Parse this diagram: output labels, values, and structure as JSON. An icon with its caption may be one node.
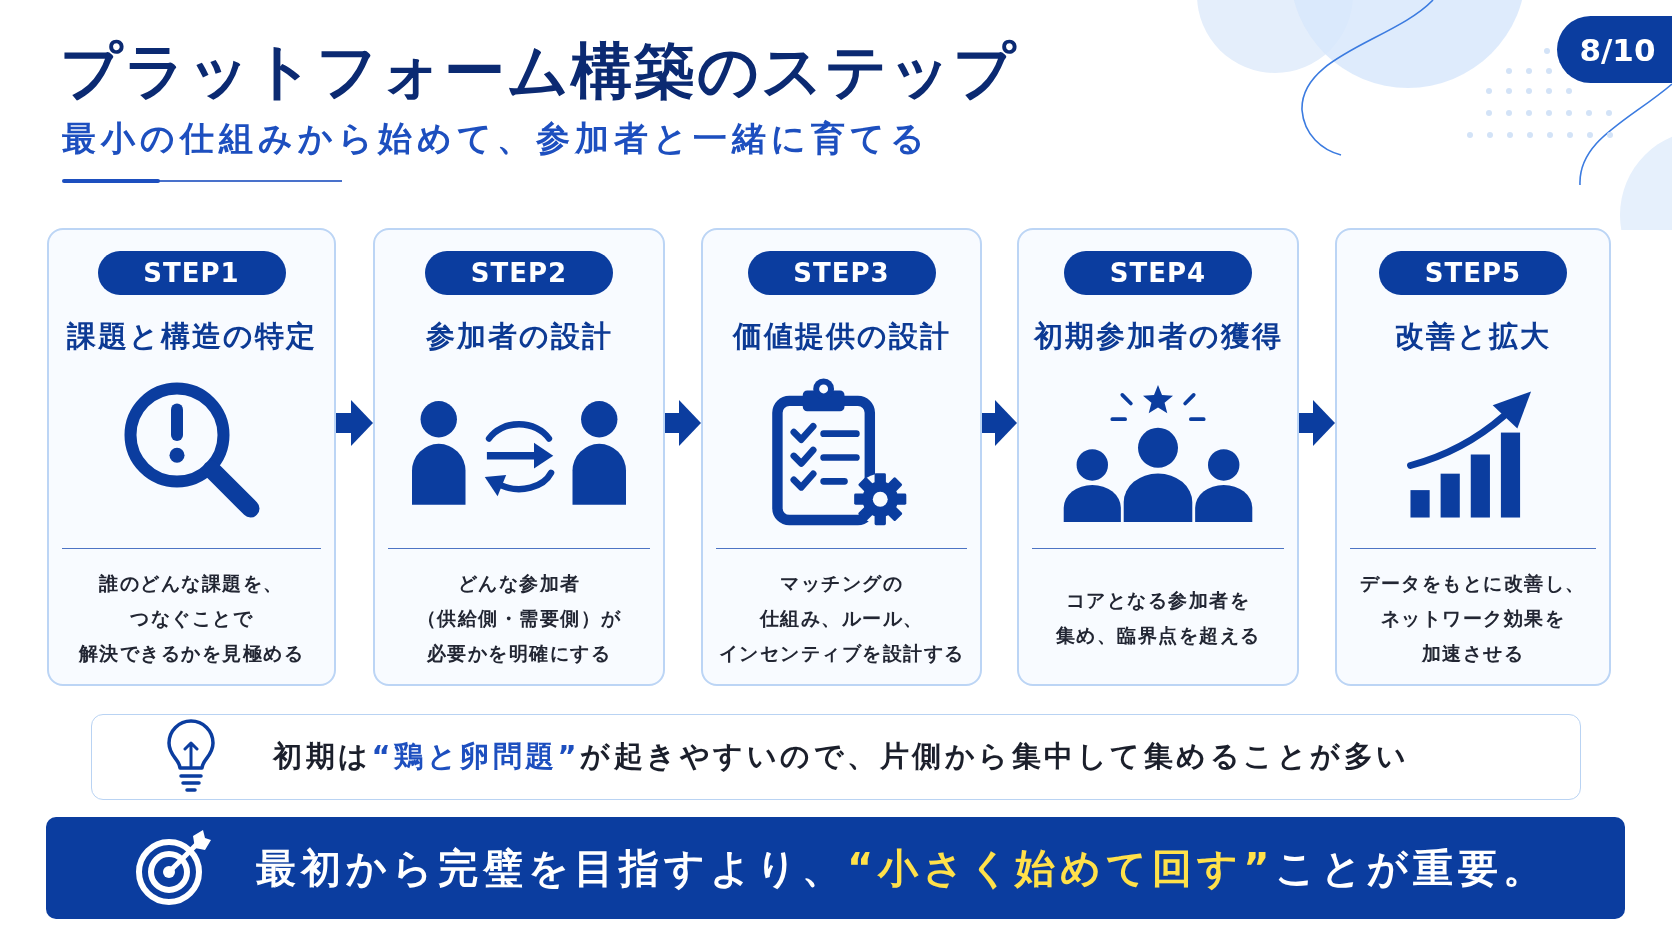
{
  "diagram": {
    "title": "プラットフォーム構築のステップ",
    "nodes": [
      {
        "text": [
          "STEP1",
          "課題と構造の特定",
          "誰のどんな課題を、つなぐことで解決できるかを見極める"
        ]
      },
      {
        "text": [
          "STEP2",
          "参加者の設計",
          "どんな参加者（供給側・需要側）が必要かを明確にする"
        ]
      },
      {
        "text": [
          "STEP3",
          "価値提供の設計",
          "マッチングの仕組み、ルール、インセンティブを設計する"
        ]
      },
      {
        "text": [
          "STEP4",
          "初期参加者の獲得",
          "コアとなる参加者を集め、臨界点を超える"
        ]
      },
      {
        "text": [
          "STEP5",
          "改善と拡大",
          "データをもとに改善し、ネットワーク効果を加速させる"
        ]
      },
      {
        "text": [
          "初期は**“鶏と卵問題”**が起きやすいので、片側から集中して集めることが多い"
        ]
      },
      {
        "text": [
          "最初から完璧を目指すより、**“小さく始めて回す”**ことが重要。"
        ]
      }
    ],
    "edges": [
      {
        "from": 0,
        "to": 1,
        "arrow": "to"
      },
      {
        "from": 1,
        "to": 2,
        "arrow": "to"
      },
      {
        "from": 2,
        "to": 3,
        "arrow": "to"
      },
      {
        "from": 3,
        "to": 4,
        "arrow": "to"
      }
    ],
    "labels": [
      "8/10",
      "最小の仕組みから始めて、参加者と一緒に育てる"
    ]
  }
}
